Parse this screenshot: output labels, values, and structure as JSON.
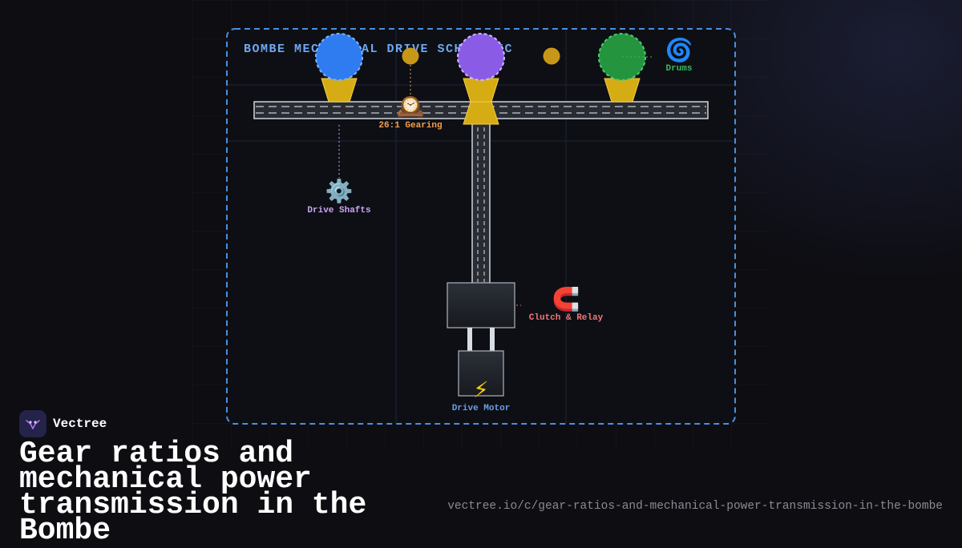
{
  "diagram": {
    "title": "BOMBE MECHANICAL DRIVE SCHEMATIC",
    "labels": {
      "gearing": "26:1 Gearing",
      "drive_shafts": "Drive Shafts",
      "drums": "Drums",
      "clutch_relay": "Clutch & Relay",
      "drive_motor": "Drive Motor"
    },
    "icons": {
      "gearing": "mantelpiece-clock-icon",
      "drive_shafts": "gear-icon",
      "drums": "cyclone-icon",
      "clutch_relay": "magnet-icon",
      "drive_motor": "lightning-icon"
    },
    "colors": {
      "frame": "#4a8fe0",
      "drum_blue": "#2f7cf0",
      "drum_purple": "#8a5ce6",
      "drum_green": "#24943f",
      "gear_gold": "#d4a21a",
      "gearing_label": "#f5a04a",
      "shafts_label": "#c9a6f5",
      "drums_label": "#39b85a",
      "clutch_label": "#f07878",
      "motor_label": "#6b9fe8"
    }
  },
  "brand": {
    "name": "Vectree",
    "logo_icon": "vectree-logo-icon"
  },
  "headline": "Gear ratios and mechanical power transmission in the Bombe",
  "url": "vectree.io/c/gear-ratios-and-mechanical-power-transmission-in-the-bombe"
}
